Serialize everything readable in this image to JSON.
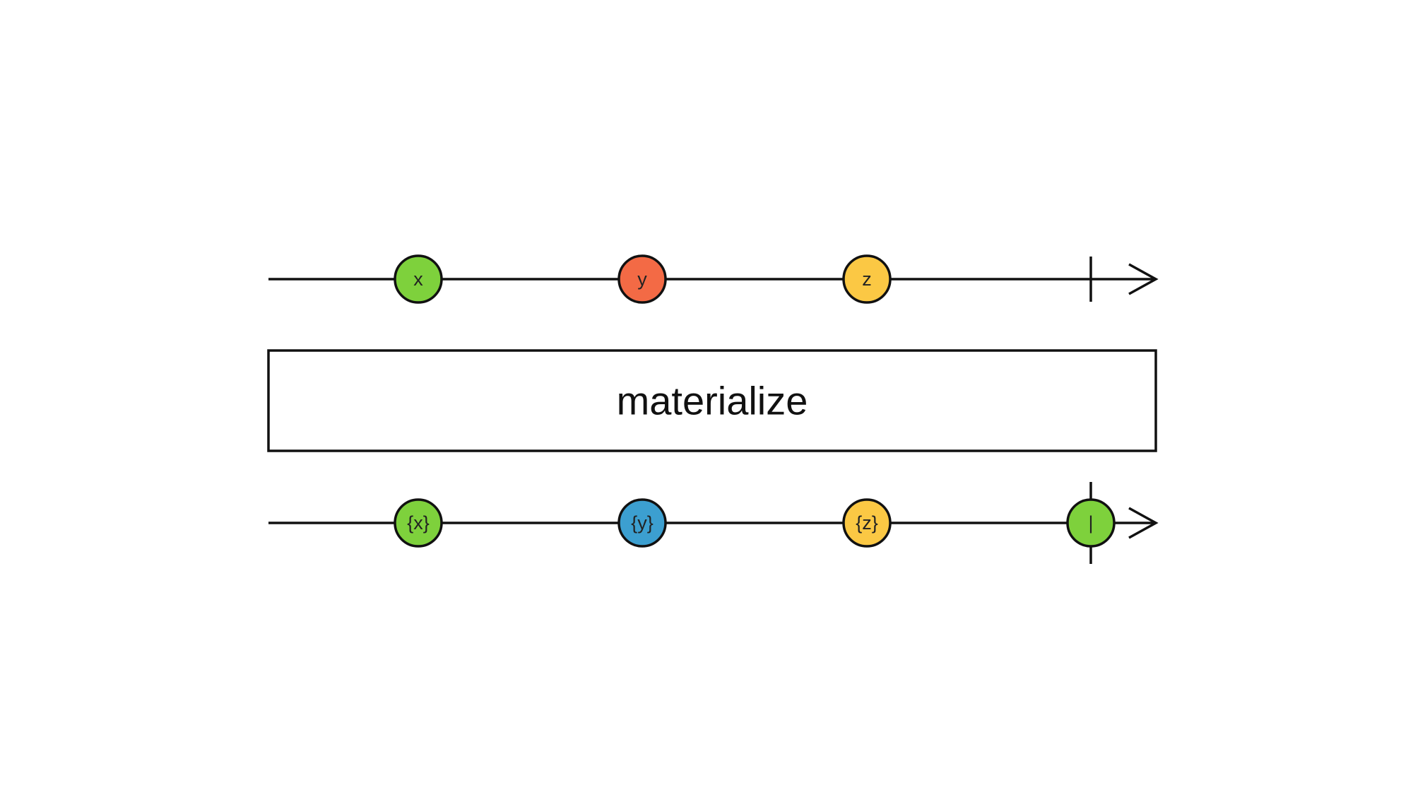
{
  "operator": {
    "label": "materialize"
  },
  "input_stream": {
    "marbles": [
      {
        "label": "x",
        "color": "#7ed13c"
      },
      {
        "label": "y",
        "color": "#f36a45"
      },
      {
        "label": "z",
        "color": "#fbc844"
      }
    ],
    "terminal": "completion"
  },
  "output_stream": {
    "marbles": [
      {
        "label": "{x}",
        "color": "#7ed13c"
      },
      {
        "label": "{y}",
        "color": "#3c9fd0"
      },
      {
        "label": "{z}",
        "color": "#fbc844"
      },
      {
        "label": "|",
        "color": "#7ed13c"
      }
    ],
    "terminal": "completion"
  }
}
